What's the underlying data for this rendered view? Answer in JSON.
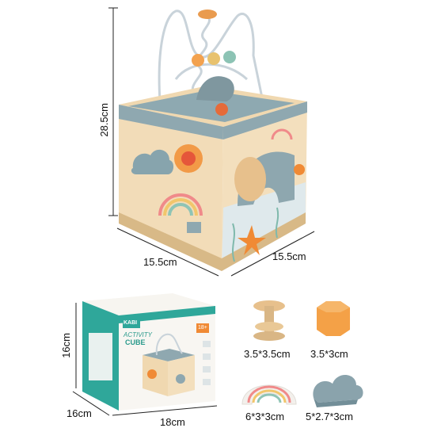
{
  "main_cube": {
    "height_label": "28.5cm",
    "width_label": "15.5cm",
    "depth_label": "15.5cm"
  },
  "box": {
    "brand": "KABI",
    "title_line1": "ACTIVITY",
    "title_line2": "CUBE",
    "age_badge": "18+",
    "height_label": "16cm",
    "depth_label": "16cm",
    "width_label": "18cm"
  },
  "pieces": [
    {
      "name": "rolling-bead",
      "size": "3.5*3.5cm"
    },
    {
      "name": "orange-block",
      "size": "3.5*3cm"
    },
    {
      "name": "rainbow-block",
      "size": "6*3*3cm"
    },
    {
      "name": "cloud-block",
      "size": "5*2.7*3cm"
    }
  ],
  "colors": {
    "wood": "#f1d7ae",
    "wood_dark": "#d9b685",
    "blue_grey": "#8faab3",
    "teal": "#7fb9ac",
    "orange": "#f08a35",
    "box_teal": "#2fa79a"
  }
}
